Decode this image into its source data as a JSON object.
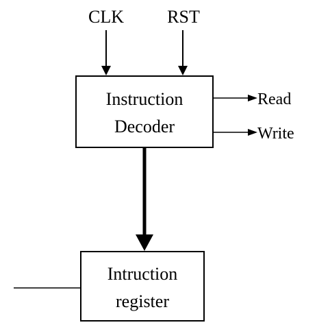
{
  "inputs": {
    "clk": "CLK",
    "rst": "RST"
  },
  "decoder": {
    "line1": "Instruction",
    "line2": "Decoder"
  },
  "outputs": {
    "read": "Read",
    "write": "Write"
  },
  "register": {
    "line1": "Intruction",
    "line2": "register"
  },
  "colors": {
    "ink": "#000000",
    "background": "#ffffff"
  }
}
